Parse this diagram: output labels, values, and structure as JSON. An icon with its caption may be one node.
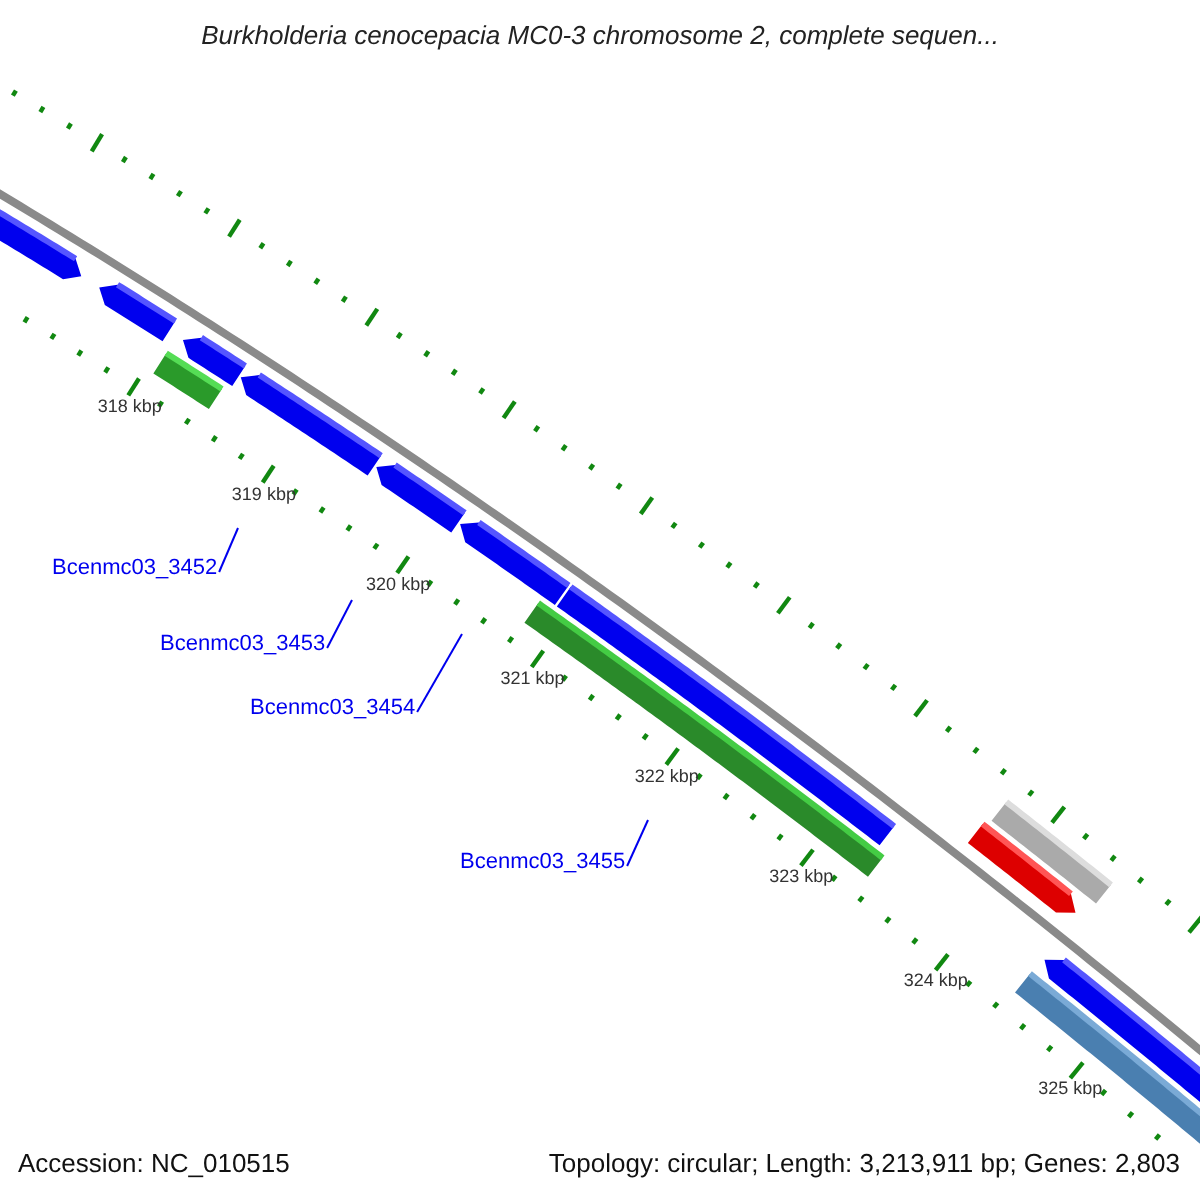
{
  "diagram": {
    "title": "Burkholderia cenocepacia MC0-3 chromosome 2, complete sequen...",
    "nodes": [
      {
        "text": [
          "Bcenmc03_3452"
        ]
      },
      {
        "text": [
          "Bcenmc03_3453"
        ]
      },
      {
        "text": [
          "Bcenmc03_3454"
        ]
      },
      {
        "text": [
          "Bcenmc03_3455"
        ]
      }
    ],
    "edges": [
      {
        "from": 0,
        "to": null,
        "arrow": "none"
      },
      {
        "from": 1,
        "to": null,
        "arrow": "none"
      },
      {
        "from": 2,
        "to": null,
        "arrow": "none"
      },
      {
        "from": 3,
        "to": null,
        "arrow": "none"
      }
    ],
    "labels": [
      "318 kbp",
      "319 kbp",
      "320 kbp",
      "321 kbp",
      "322 kbp",
      "323 kbp",
      "324 kbp",
      "325 kbp",
      "Accession: NC_010515",
      "Topology: circular; Length: 3,213,911 bp; Genes: 2,803"
    ]
  }
}
